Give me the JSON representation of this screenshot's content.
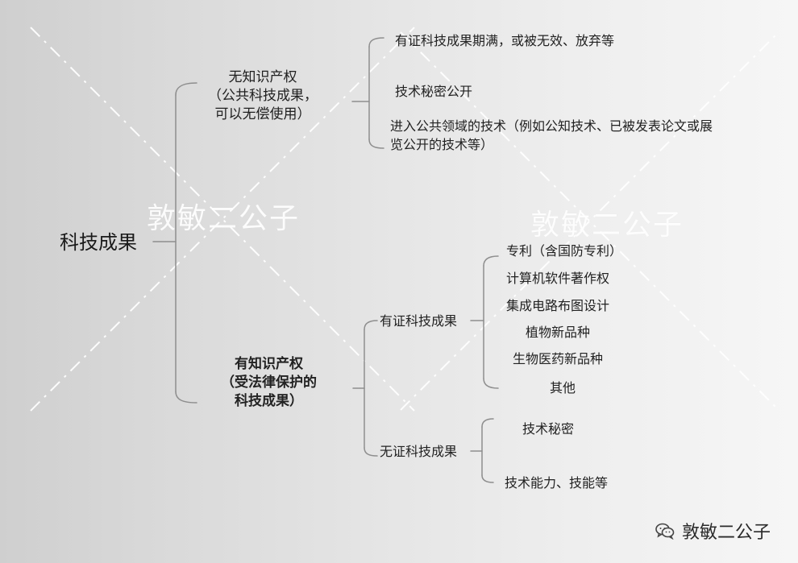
{
  "watermarks": [
    "敦敏二公子",
    "敦敏二公子"
  ],
  "brand": {
    "icon": "wechat-icon",
    "text": "敦敏二公子"
  },
  "mindmap": {
    "root": "科技成果",
    "branches": [
      {
        "lines": [
          "无知识产权",
          "（公共科技成果，",
          "可以无偿使用）"
        ],
        "children": [
          "有证科技成果期满，或被无效、放弃等",
          "技术秘密公开",
          "进入公共领域的技术（例如公知技术、已被发表论文或展览公开的技术等）"
        ]
      },
      {
        "lines": [
          "有知识产权",
          "（受法律保护的",
          "科技成果）"
        ],
        "children": [
          {
            "label": "有证科技成果",
            "children": [
              "专利（含国防专利）",
              "计算机软件著作权",
              "集成电路布图设计",
              "植物新品种",
              "生物医药新品种",
              "其他"
            ]
          },
          {
            "label": "无证科技成果",
            "children": [
              "技术秘密",
              "技术能力、技能等"
            ]
          }
        ]
      }
    ]
  },
  "colors": {
    "connector": "#8e8e8e",
    "watermark_line": "#ffffff"
  }
}
